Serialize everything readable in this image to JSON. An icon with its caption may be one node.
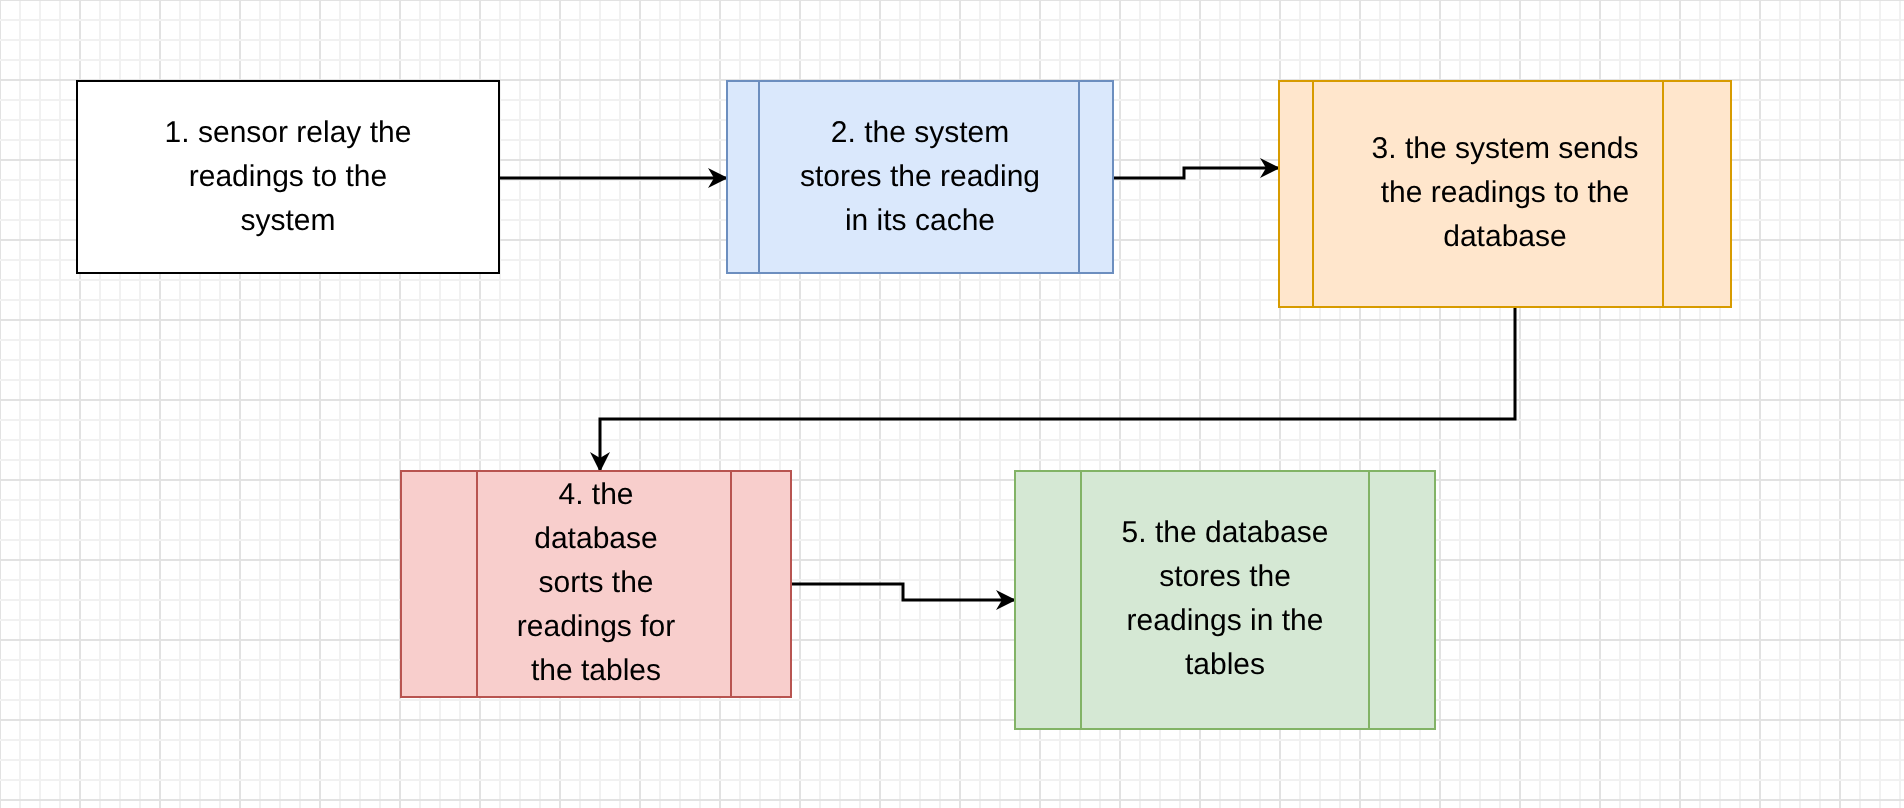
{
  "diagram": {
    "nodes": [
      {
        "text": [
          "1. sensor relay the readings to the system"
        ]
      },
      {
        "text": [
          "2. the system stores the reading in its cache"
        ]
      },
      {
        "text": [
          "3. the system sends the readings to the database"
        ]
      },
      {
        "text": [
          "4. the database sorts the readings for the tables"
        ]
      },
      {
        "text": [
          "5. the database stores the readings in the tables"
        ]
      }
    ],
    "edges": [
      {
        "from": 0,
        "to": 1,
        "arrow": "to"
      },
      {
        "from": 1,
        "to": 2,
        "arrow": "to"
      },
      {
        "from": 2,
        "to": 3,
        "arrow": "to"
      },
      {
        "from": 3,
        "to": 4,
        "arrow": "to"
      }
    ]
  }
}
